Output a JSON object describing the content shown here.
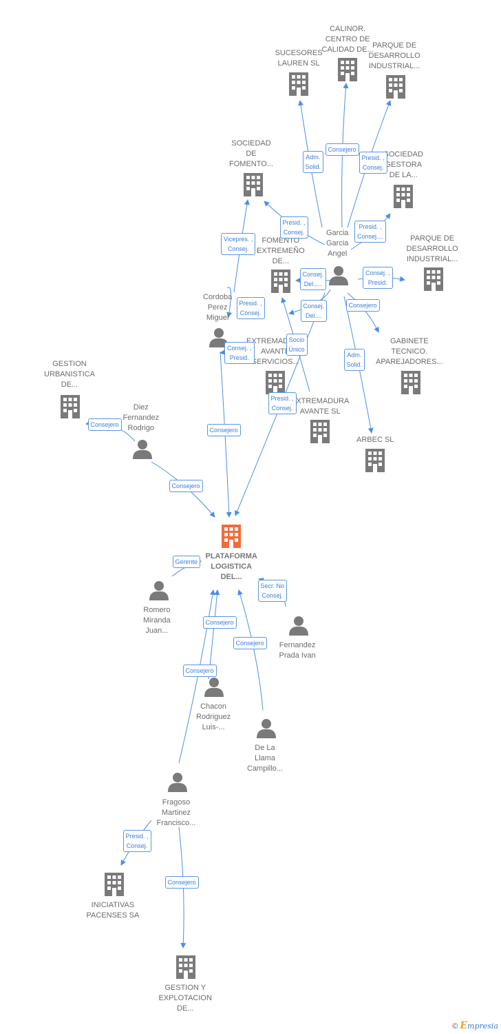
{
  "colors": {
    "edge": "#4a90e2",
    "node_gray": "#7a7a7a",
    "node_main": "#f26b3a",
    "edge_label_text": "#3b7dd8"
  },
  "nodes": [
    {
      "id": "main",
      "kind": "building",
      "main": true,
      "label": "PLATAFORMA\nLOGISTICA\nDEL..."
    },
    {
      "id": "sucesores",
      "kind": "building",
      "label": "SUCESORES\nLAUREN SL"
    },
    {
      "id": "calinor",
      "kind": "building",
      "label": "CALINOR.\nCENTRO DE\nCALIDAD DE..."
    },
    {
      "id": "parque1",
      "kind": "building",
      "label": "PARQUE DE\nDESARROLLO\nINDUSTRIAL..."
    },
    {
      "id": "sociedad_fomento",
      "kind": "building",
      "label": "SOCIEDAD\nDE\nFOMENTO..."
    },
    {
      "id": "sociedad_gestora",
      "kind": "building",
      "label": "SOCIEDAD\nGESTORA\nDE LA..."
    },
    {
      "id": "parque2",
      "kind": "building",
      "label": "PARQUE DE\nDESARROLLO\nINDUSTRIAL..."
    },
    {
      "id": "fomento_extremeno",
      "kind": "building",
      "label": "FOMENTO\nEXTREMEÑO\nDE..."
    },
    {
      "id": "gabinete",
      "kind": "building",
      "label": "GABINETE\nTECNICO.\nAPAREJADORES..."
    },
    {
      "id": "extremadura_servicios",
      "kind": "building",
      "label": "EXTREMADURA\nAVANTE\nSERVICIOS..."
    },
    {
      "id": "extremadura_avante",
      "kind": "building",
      "label": "EXTREMADURA\nAVANTE SL"
    },
    {
      "id": "arbec",
      "kind": "building",
      "label": "ARBEC SL"
    },
    {
      "id": "gestion_urbanistica",
      "kind": "building",
      "label": "GESTION\nURBANISTICA\nDE..."
    },
    {
      "id": "iniciativas",
      "kind": "building",
      "label": "INICIATIVAS\nPACENSES SA"
    },
    {
      "id": "gestion_explotacion",
      "kind": "building",
      "label": "GESTION Y\nEXPLOTACION\nDE..."
    },
    {
      "id": "garcia",
      "kind": "person",
      "label": "Garcia\nGarcia\nAngel"
    },
    {
      "id": "cordoba",
      "kind": "person",
      "label": "Cordoba\nPerez\nMiguel"
    },
    {
      "id": "diez",
      "kind": "person",
      "label": "Diez\nFernandez\nRodrigo"
    },
    {
      "id": "romero",
      "kind": "person",
      "label": "Romero\nMiranda\nJuan..."
    },
    {
      "id": "fernandez",
      "kind": "person",
      "label": "Fernandez\nPrada Ivan"
    },
    {
      "id": "chacon",
      "kind": "person",
      "label": "Chacon\nRodriguez\nLuis-..."
    },
    {
      "id": "delallama",
      "kind": "person",
      "label": "De La\nLlama\nCampillo..."
    },
    {
      "id": "fragoso",
      "kind": "person",
      "label": "Fragoso\nMartinez\nFrancisco..."
    }
  ],
  "edges": [
    {
      "from": "garcia",
      "to": "sucesores",
      "label": "Adm.\nSolid."
    },
    {
      "from": "garcia",
      "to": "calinor",
      "label": "Consejero"
    },
    {
      "from": "garcia",
      "to": "parque1",
      "label": "Presid. ,\nConsej."
    },
    {
      "from": "garcia",
      "to": "sociedad_fomento",
      "label": "Presid. ,\nConsej."
    },
    {
      "from": "garcia",
      "to": "sociedad_gestora",
      "label": "Presid. ,\nConsej...."
    },
    {
      "from": "garcia",
      "to": "parque2",
      "label": "Consej. ,\nPresid."
    },
    {
      "from": "garcia",
      "to": "fomento_extremeno",
      "label": "Consej.\nDel.,..."
    },
    {
      "from": "garcia",
      "to": "extremadura_servicios",
      "label": "Consej.\nDel...."
    },
    {
      "from": "garcia",
      "to": "gabinete",
      "label": "Consejero"
    },
    {
      "from": "garcia",
      "to": "arbec",
      "label": "Adm.\nSolid."
    },
    {
      "from": "garcia",
      "to": "main",
      "label": "Presid. ,\nConsej."
    },
    {
      "from": "cordoba",
      "to": "sociedad_fomento",
      "label": "Vicepres. ,\nConsej."
    },
    {
      "from": "cordoba",
      "to": "fomento_extremeno",
      "label": "Presid. ,\nConsej."
    },
    {
      "from": "cordoba",
      "to": "extremadura_servicios",
      "label": "Consej. ,\nPresid."
    },
    {
      "from": "extremadura_avante",
      "to": "fomento_extremeno",
      "label": "Socio\nÚnico"
    },
    {
      "from": "cordoba",
      "to": "main",
      "label": "Consejero"
    },
    {
      "from": "diez",
      "to": "gestion_urbanistica",
      "label": "Consejero"
    },
    {
      "from": "diez",
      "to": "main",
      "label": "Consejero"
    },
    {
      "from": "romero",
      "to": "main",
      "label": "Gerente"
    },
    {
      "from": "fernandez",
      "to": "main",
      "label": "Secr. No\nConsej."
    },
    {
      "from": "chacon",
      "to": "main",
      "label": "Consejero"
    },
    {
      "from": "delallama",
      "to": "main",
      "label": "Consejero"
    },
    {
      "from": "fragoso",
      "to": "main",
      "label": "Consejero"
    },
    {
      "from": "fragoso",
      "to": "iniciativas",
      "label": "Presid. ,\nConsej."
    },
    {
      "from": "fragoso",
      "to": "gestion_explotacion",
      "label": "Consejero"
    }
  ],
  "footer": {
    "copyright": "©",
    "brand_initial": "E",
    "brand_rest": "mpresia"
  }
}
